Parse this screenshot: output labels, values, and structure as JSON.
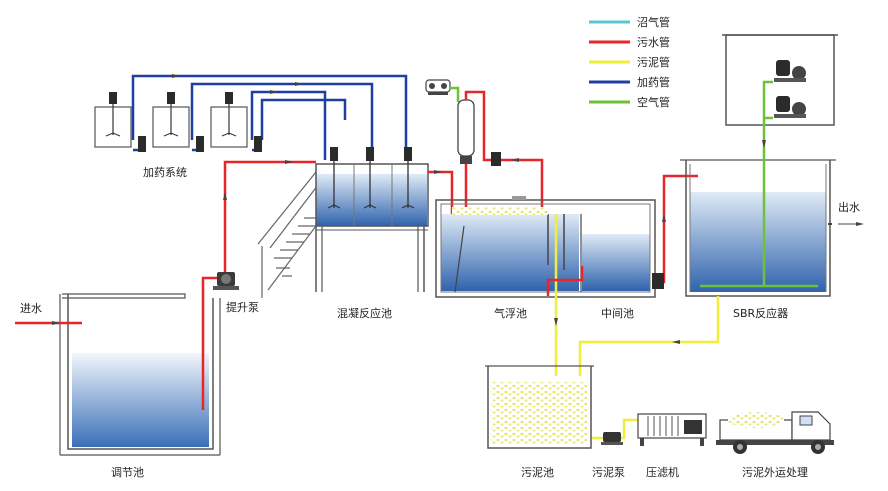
{
  "legend": [
    {
      "label": "沼气管",
      "color": "#5bc4d6"
    },
    {
      "label": "污水管",
      "color": "#e8262a"
    },
    {
      "label": "污泥管",
      "color": "#f0ee3a"
    },
    {
      "label": "加药管",
      "color": "#1f3fa0"
    },
    {
      "label": "空气管",
      "color": "#6ec23a"
    }
  ],
  "labels": {
    "dosing_system": "加药系统",
    "lift_pump": "提升泵",
    "inlet": "进水",
    "regulating_tank": "调节池",
    "coagulation_tank": "混凝反应池",
    "flotation_tank": "气浮池",
    "intermediate_tank": "中间池",
    "sbr": "SBR反应器",
    "outlet": "出水",
    "sludge_tank": "污泥池",
    "sludge_pump": "污泥泵",
    "filter_press": "压滤机",
    "sludge_transport": "污泥外运处理"
  },
  "colors": {
    "water_light": "#eaf2fa",
    "water_dark": "#3f78c0",
    "tank_line": "#555555",
    "pump_dark": "#2b2b2b",
    "sludge_dot": "#e8e87a"
  }
}
